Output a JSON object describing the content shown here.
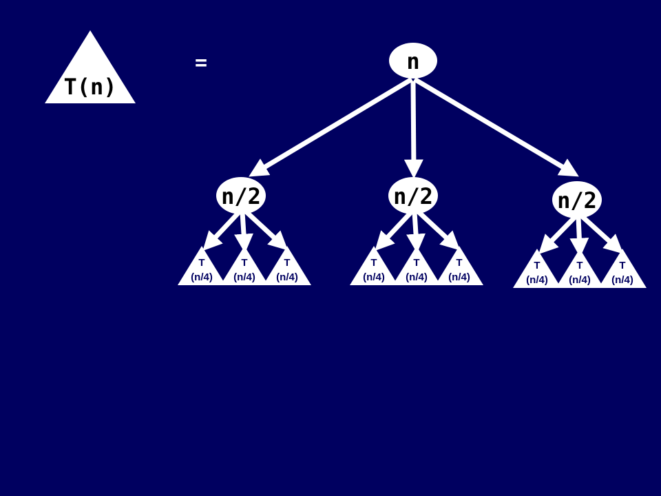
{
  "diagram": {
    "left_triangle_label": "T(n)",
    "equals_sign": "=",
    "root_label": "n",
    "children": [
      {
        "label": "n/2",
        "subtrees": [
          {
            "line1": "T",
            "line2": "(n/4)"
          },
          {
            "line1": "T",
            "line2": "(n/4)"
          },
          {
            "line1": "T",
            "line2": "(n/4)"
          }
        ]
      },
      {
        "label": "n/2",
        "subtrees": [
          {
            "line1": "T",
            "line2": "(n/4)"
          },
          {
            "line1": "T",
            "line2": "(n/4)"
          },
          {
            "line1": "T",
            "line2": "(n/4)"
          }
        ]
      },
      {
        "label": "n/2",
        "subtrees": [
          {
            "line1": "T",
            "line2": "(n/4)"
          },
          {
            "line1": "T",
            "line2": "(n/4)"
          },
          {
            "line1": "T",
            "line2": "(n/4)"
          }
        ]
      }
    ],
    "colors": {
      "background": "#000060",
      "shape_fill": "#ffffff",
      "node_text": "#000000",
      "subtree_text": "#000060"
    }
  }
}
